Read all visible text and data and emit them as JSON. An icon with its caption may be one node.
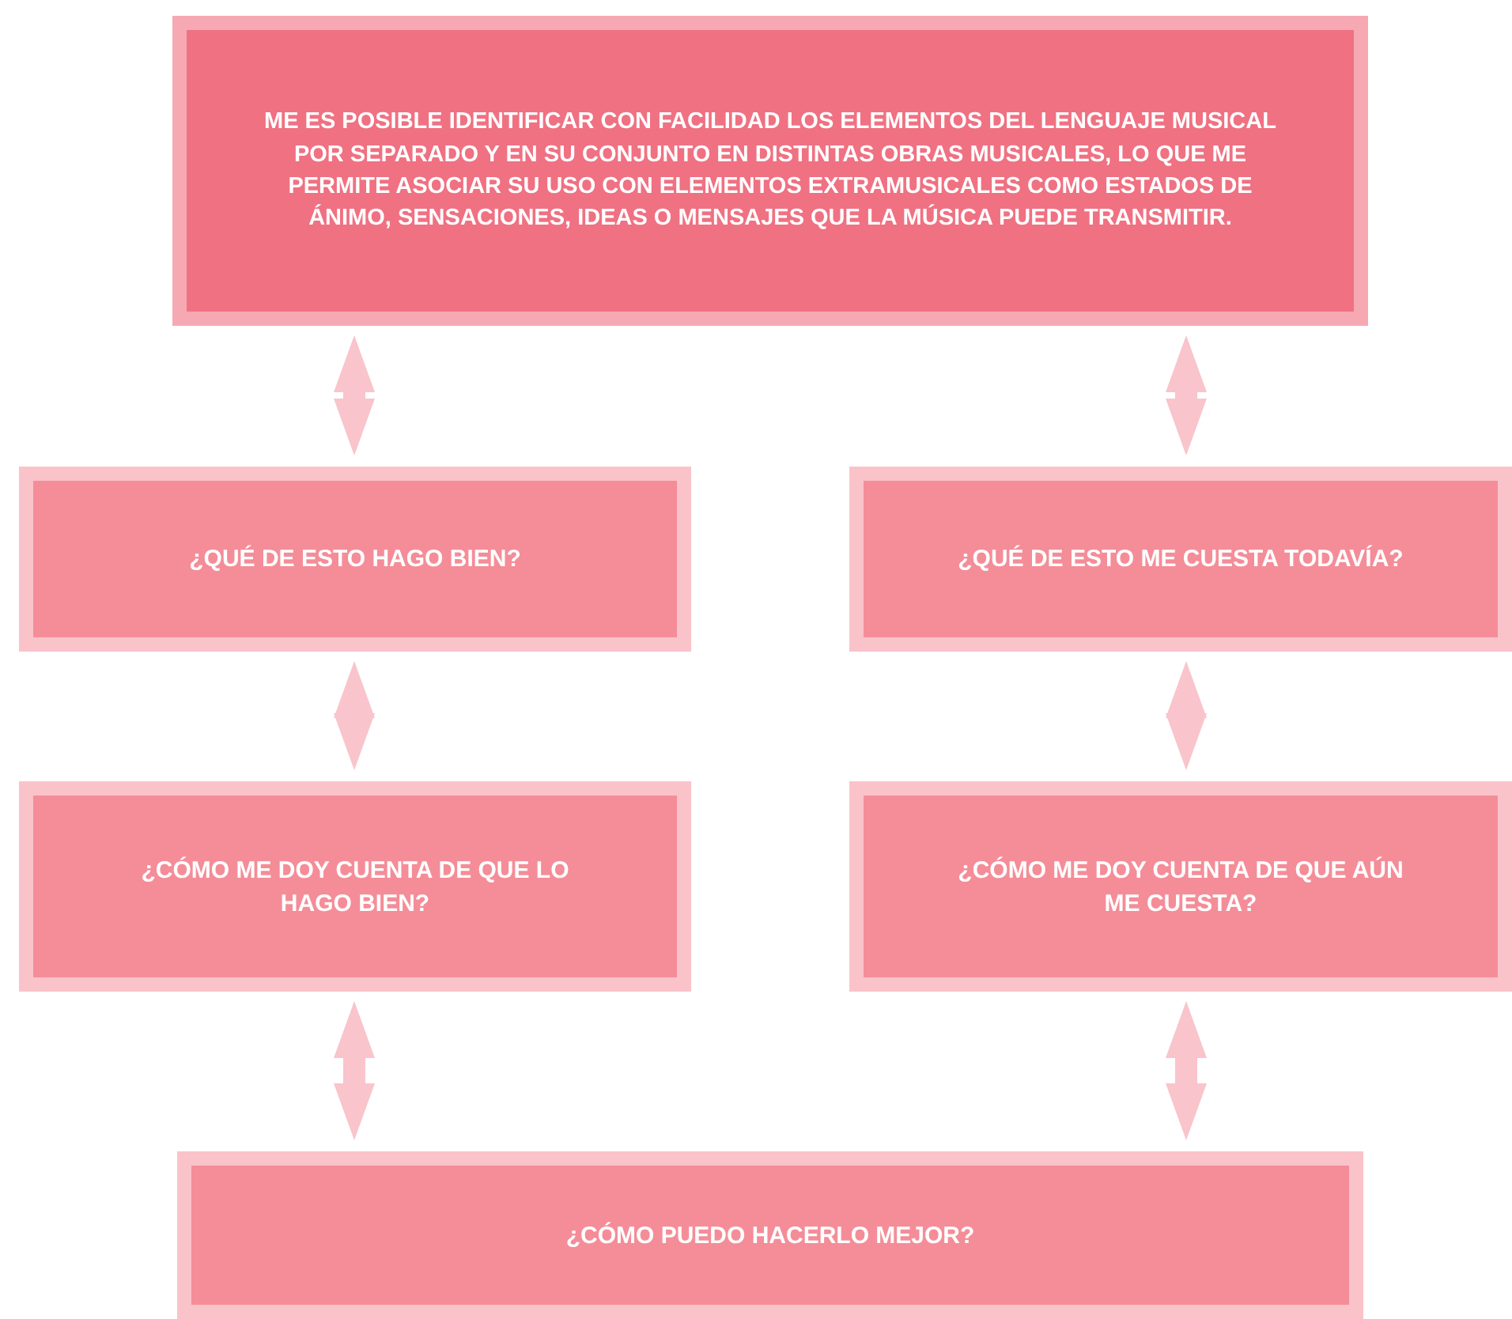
{
  "diagram": {
    "nodes": [
      {
        "text": [
          "ME ES POSIBLE IDENTIFICAR CON FACILIDAD LOS ELEMENTOS DEL LENGUAJE MUSICAL POR SEPARADO Y EN SU CONJUNTO EN DISTINTAS OBRAS MUSICALES, LO QUE ME PERMITE ASOCIAR SU USO CON ELEMENTOS EXTRAMUSICALES COMO ESTADOS DE ÁNIMO, SENSACIONES, IDEAS O MENSAJES QUE LA MÚSICA PUEDE TRANSMITIR."
        ]
      },
      {
        "text": [
          "¿QUÉ DE ESTO HAGO BIEN?"
        ]
      },
      {
        "text": [
          "¿QUÉ DE ESTO ME CUESTA TODAVÍA?"
        ]
      },
      {
        "text": [
          "¿CÓMO ME DOY CUENTA DE QUE LO HAGO BIEN?"
        ]
      },
      {
        "text": [
          "¿CÓMO ME DOY CUENTA DE QUE AÚN ME CUESTA?"
        ]
      },
      {
        "text": [
          "¿CÓMO PUEDO HACERLO MEJOR?"
        ]
      }
    ],
    "edges": [
      {
        "from": 0,
        "to": 1,
        "arrow": "both"
      },
      {
        "from": 0,
        "to": 2,
        "arrow": "both"
      },
      {
        "from": 1,
        "to": 3,
        "arrow": "both"
      },
      {
        "from": 2,
        "to": 4,
        "arrow": "both"
      },
      {
        "from": 3,
        "to": 5,
        "arrow": "both"
      },
      {
        "from": 4,
        "to": 5,
        "arrow": "both"
      }
    ]
  }
}
